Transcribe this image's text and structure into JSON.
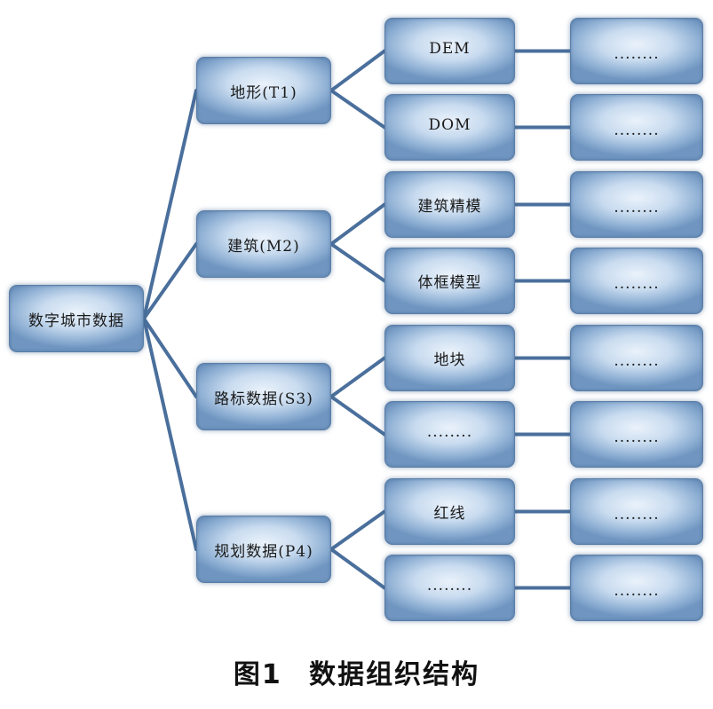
{
  "diagram": {
    "root": {
      "label": "数字城市数据"
    },
    "level1": [
      {
        "label": "地形(T1)"
      },
      {
        "label": "建筑(M2)"
      },
      {
        "label": "路标数据(S3)"
      },
      {
        "label": "规划数据(P4)"
      }
    ],
    "level2": [
      {
        "label": "DEM",
        "parent": 0
      },
      {
        "label": "DOM",
        "parent": 0
      },
      {
        "label": "建筑精模",
        "parent": 1
      },
      {
        "label": "体框模型",
        "parent": 1
      },
      {
        "label": "地块",
        "parent": 2
      },
      {
        "label": "........",
        "parent": 2
      },
      {
        "label": "红线",
        "parent": 3
      },
      {
        "label": "........",
        "parent": 3
      }
    ],
    "level3": [
      {
        "label": "........"
      },
      {
        "label": "........"
      },
      {
        "label": "........"
      },
      {
        "label": "........"
      },
      {
        "label": "........"
      },
      {
        "label": "........"
      },
      {
        "label": "........"
      },
      {
        "label": "........"
      }
    ],
    "colors": {
      "connector": "#4a6f9c",
      "node_edge": "#5a7fa8"
    }
  },
  "caption": {
    "text": "图1  数据组织结构"
  }
}
